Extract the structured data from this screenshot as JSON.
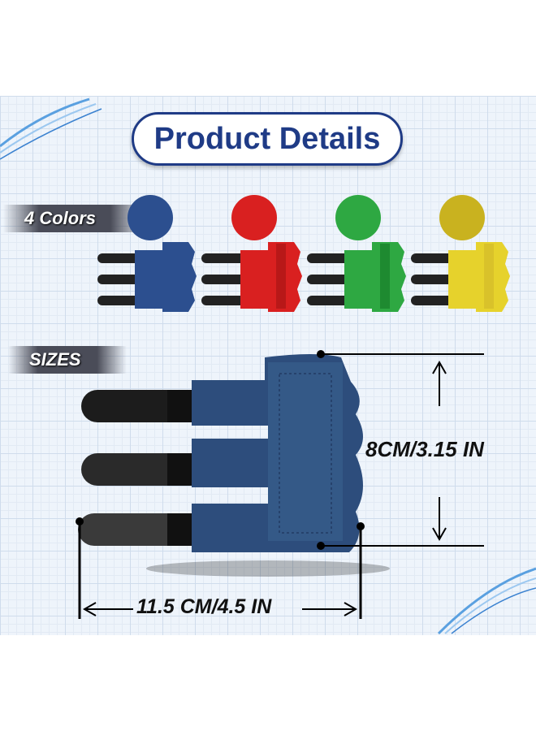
{
  "header": {
    "title": "Product Details"
  },
  "colors_section": {
    "label": "4 Colors",
    "swatches": [
      {
        "name": "blue",
        "hex": "#2c4f8f"
      },
      {
        "name": "red",
        "hex": "#d92020"
      },
      {
        "name": "green",
        "hex": "#2ea842"
      },
      {
        "name": "yellow",
        "hex": "#c9b21f"
      }
    ]
  },
  "sizes_section": {
    "label": "SIZES",
    "height_dimension": "8CM/3.15 IN",
    "width_dimension": "11.5 CM/4.5 IN"
  }
}
